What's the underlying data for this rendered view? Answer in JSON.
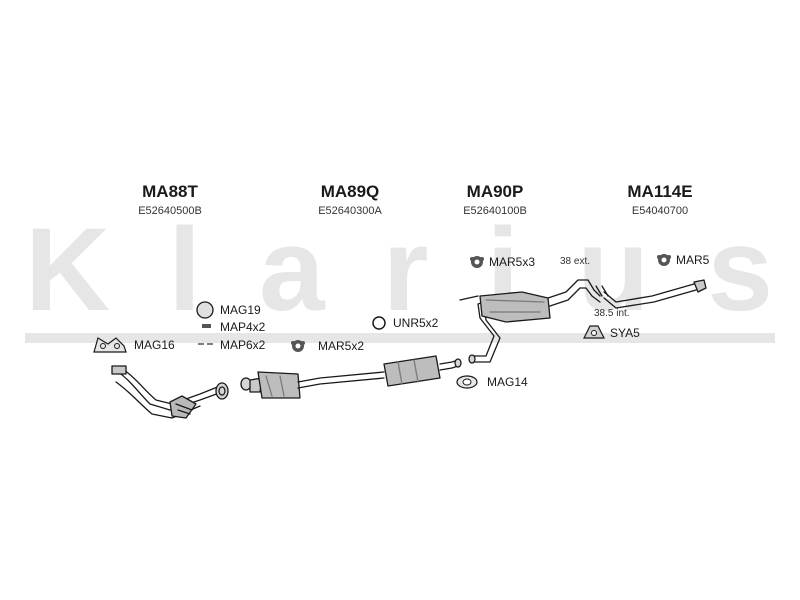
{
  "watermark": {
    "text": "Klarius",
    "color": "#e6e6e6"
  },
  "sections": [
    {
      "code": "MA88T",
      "oem": "E52640500B"
    },
    {
      "code": "MA89Q",
      "oem": "E52640300A"
    },
    {
      "code": "MA90P",
      "oem": "E52640100B"
    },
    {
      "code": "MA114E",
      "oem": "E54040700"
    }
  ],
  "parts": {
    "mag19": "MAG19",
    "map4x2": "MAP4x2",
    "map6x2": "MAP6x2",
    "mag16": "MAG16",
    "mar5x2": "MAR5x2",
    "unr5x2": "UNR5x2",
    "mar5x3": "MAR5x3",
    "mag14": "MAG14",
    "mar5": "MAR5",
    "sya5": "SYA5"
  },
  "notes": {
    "ext": "38 ext.",
    "int": "38.5 int."
  },
  "colors": {
    "line": "#1a1a1a",
    "part_fill": "#c9c9c9",
    "shade": "#8a8a8a"
  }
}
